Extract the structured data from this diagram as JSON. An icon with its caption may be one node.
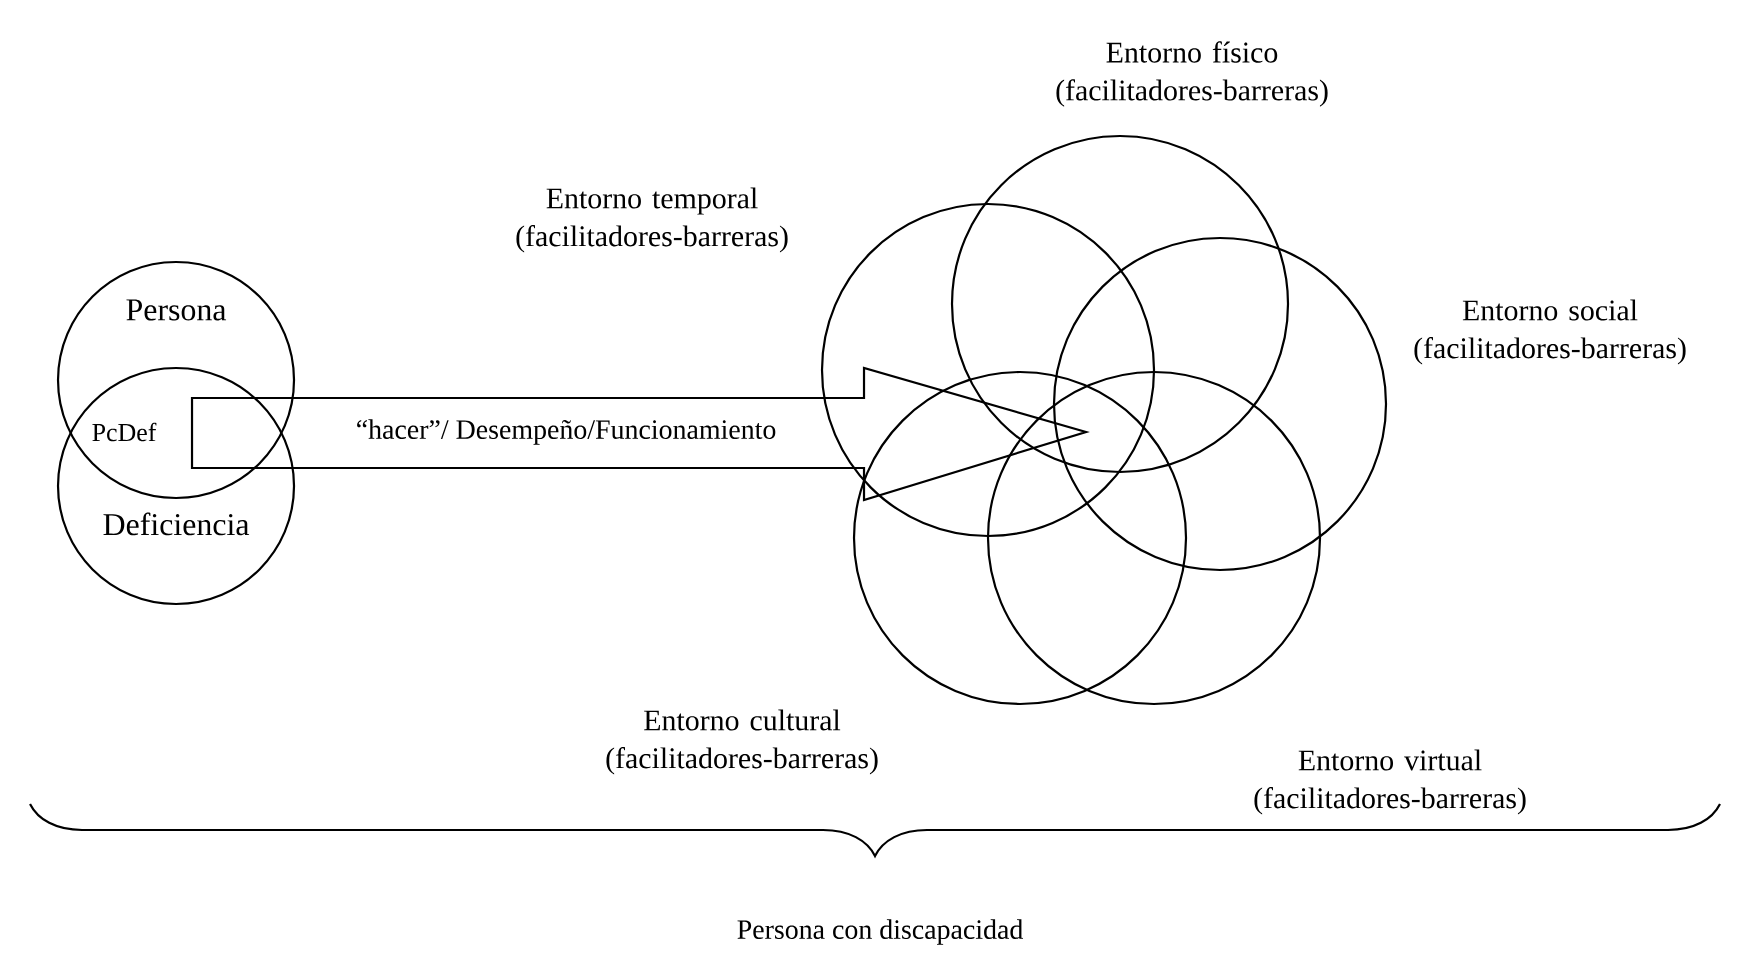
{
  "diagram": {
    "nodes": [
      {
        "text": [
          "Persona"
        ]
      },
      {
        "text": [
          "Deficiencia"
        ]
      },
      {
        "text": [
          "“hacer”/ Desempeño/Funcionamiento"
        ]
      },
      {
        "text": [
          "Entorno temporal (facilitadores-barreras)"
        ]
      },
      {
        "text": [
          "Entorno físico (facilitadores-barreras)"
        ]
      },
      {
        "text": [
          "Entorno social (facilitadores-barreras)"
        ]
      },
      {
        "text": [
          "Entorno cultural (facilitadores-barreras)"
        ]
      },
      {
        "text": [
          "Entorno virtual (facilitadores-barreras)"
        ]
      }
    ],
    "labels": [
      "PcDef",
      "Persona con discapacidad"
    ]
  }
}
